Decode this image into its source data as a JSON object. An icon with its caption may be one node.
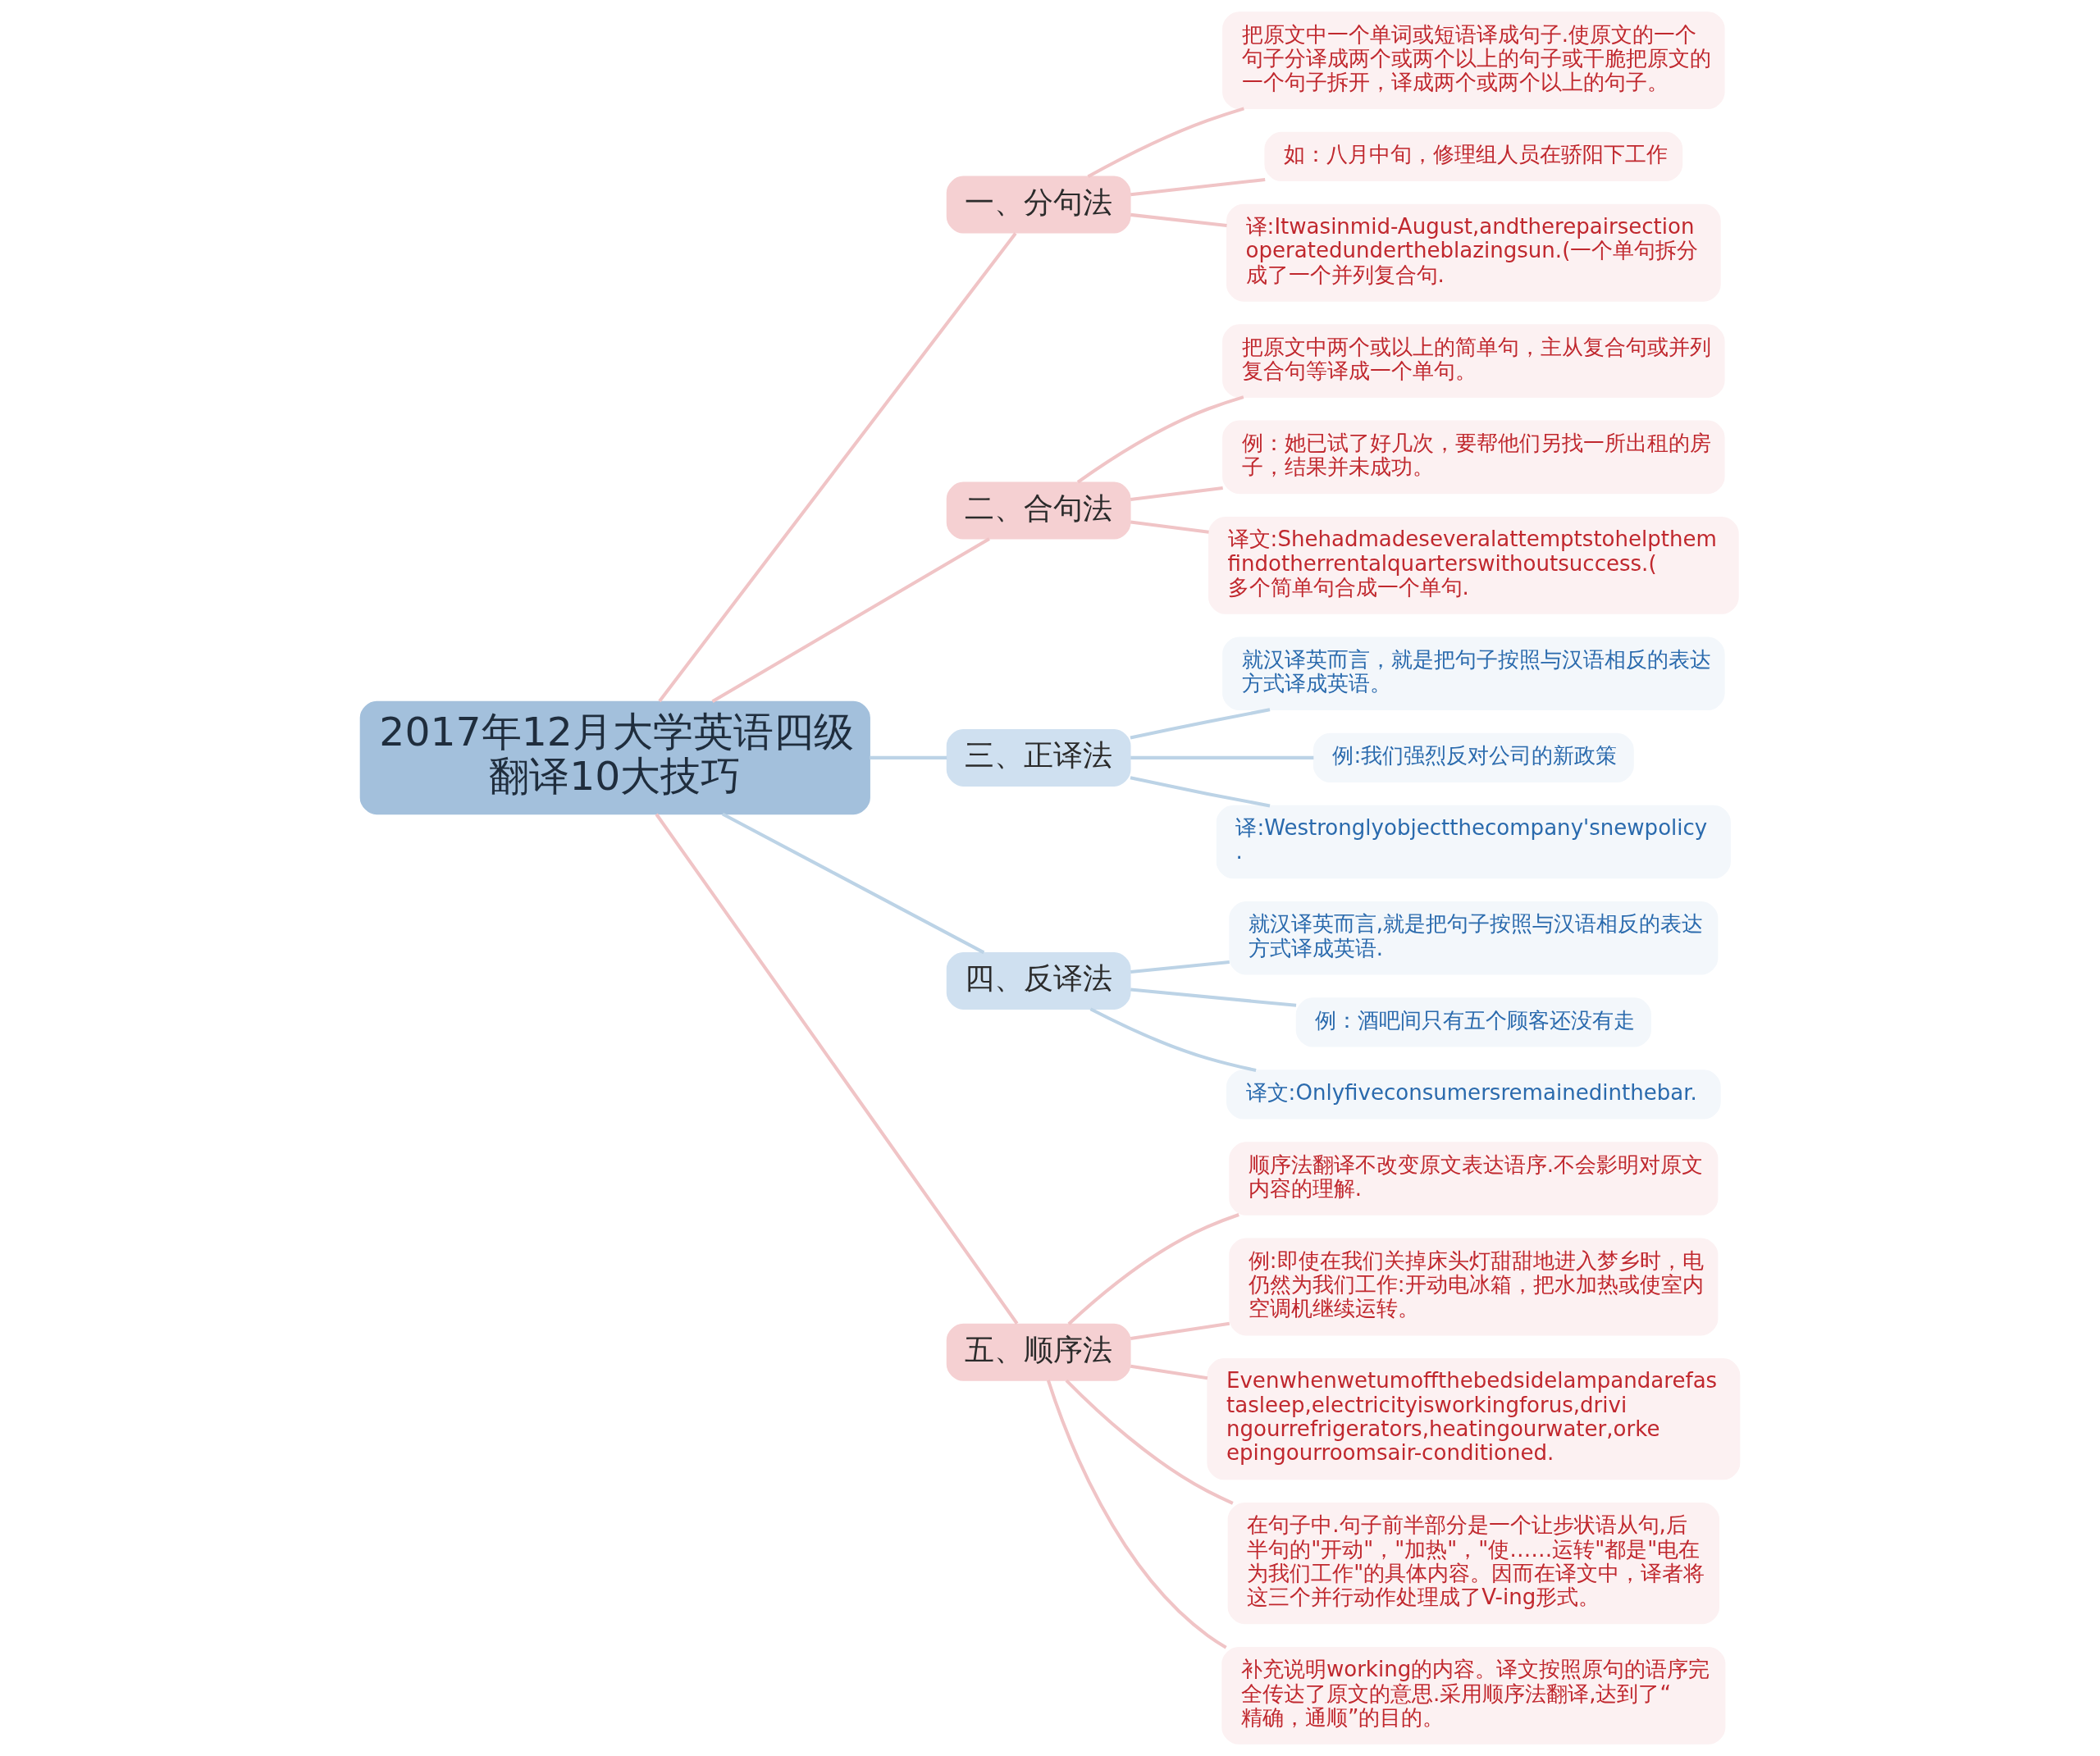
{
  "diagram": {
    "nodes": [
      {
        "text": [
          "2017年12月大学英语四级翻译10大技巧"
        ]
      },
      {
        "text": [
          "一、分句法"
        ]
      },
      {
        "text": [
          "把原文中一个单词或短语译成句子.使原文的一个句子分译成两个或两个以上的句子或干脆把原文的一个句子拆开，译成两个或两个以上的句子。"
        ]
      },
      {
        "text": [
          "如：八月中旬，修理组人员在骄阳下工作"
        ]
      },
      {
        "text": [
          "译:Itwasinmid-August,andtherepairsectionoperatedundertheblazingsun.(一个单句拆分成了一个并列复合句."
        ]
      },
      {
        "text": [
          "二、合句法"
        ]
      },
      {
        "text": [
          "把原文中两个或以上的简单句，主从复合句或并列复合句等译成一个单句。"
        ]
      },
      {
        "text": [
          "例：她已试了好几次，要帮他们另找一所出租的房子，结果并未成功。"
        ]
      },
      {
        "text": [
          "译文:Shehadmadeseveralattemptstohelpthemfindotherrentalquarterswithoutsuccess.(多个简单句合成一个单句."
        ]
      },
      {
        "text": [
          "三、正译法"
        ]
      },
      {
        "text": [
          "就汉译英而言，就是把句子按照与汉语相反的表达方式译成英语。"
        ]
      },
      {
        "text": [
          "例:我们强烈反对公司的新政策"
        ]
      },
      {
        "text": [
          "译:Westronglyobjectthecompany'snewpolicy."
        ]
      },
      {
        "text": [
          "四、反译法"
        ]
      },
      {
        "text": [
          "就汉译英而言,就是把句子按照与汉语相反的表达方式译成英语."
        ]
      },
      {
        "text": [
          "例：酒吧间只有五个顾客还没有走"
        ]
      },
      {
        "text": [
          "译文:Onlyfiveconsumersremainedinthebar."
        ]
      },
      {
        "text": [
          "五、顺序法"
        ]
      },
      {
        "text": [
          "顺序法翻译不改变原文表达语序.不会影明对原文内容的理解."
        ]
      },
      {
        "text": [
          "例:即使在我们关掉床头灯甜甜地进入梦乡时，电仍然为我们工作:开动电冰箱，把水加热或使室内空调机继续运转。"
        ]
      },
      {
        "text": [
          "Evenwhenwetumoffthebedsidelampandarefastasleep,electricityisworkingforus,drivingourrefrigerators,heatingourwater,orkeepingourroomsair-conditioned."
        ]
      },
      {
        "text": [
          "在句子中.句子前半部分是一个让步状语从句,后半句的\"开动\"，\"加热\"，\"使……运转\"都是\"电在为我们工作\"的具体内容。因而在译文中，译者将这三个并行动作处理成了V-ing形式。"
        ]
      },
      {
        "text": [
          "补充说明working的内容。译文按照原句的语序完全传达了原文的意思.采用顺序法翻译,达到了“精确，通顺”的目的。"
        ]
      }
    ],
    "edges": [
      {
        "from": 0,
        "to": 1,
        "arrow": "none"
      },
      {
        "from": 1,
        "to": 2,
        "arrow": "none"
      },
      {
        "from": 1,
        "to": 3,
        "arrow": "none"
      },
      {
        "from": 1,
        "to": 4,
        "arrow": "none"
      },
      {
        "from": 0,
        "to": 5,
        "arrow": "none"
      },
      {
        "from": 5,
        "to": 6,
        "arrow": "none"
      },
      {
        "from": 5,
        "to": 7,
        "arrow": "none"
      },
      {
        "from": 5,
        "to": 8,
        "arrow": "none"
      },
      {
        "from": 0,
        "to": 9,
        "arrow": "none",
        "color": "#bcd3e6"
      },
      {
        "from": 9,
        "to": 10,
        "arrow": "none",
        "color": "#bcd3e6"
      },
      {
        "from": 9,
        "to": 11,
        "arrow": "none",
        "color": "#bcd3e6"
      },
      {
        "from": 9,
        "to": 12,
        "arrow": "none",
        "color": "#bcd3e6"
      },
      {
        "from": 0,
        "to": 13,
        "arrow": "none",
        "color": "#bcd3e6"
      },
      {
        "from": 13,
        "to": 14,
        "arrow": "none",
        "color": "#bcd3e6"
      },
      {
        "from": 13,
        "to": 15,
        "arrow": "none",
        "color": "#bcd3e6"
      },
      {
        "from": 13,
        "to": 16,
        "arrow": "none",
        "color": "#bcd3e6"
      },
      {
        "from": 0,
        "to": 17,
        "arrow": "none"
      },
      {
        "from": 17,
        "to": 18,
        "arrow": "none"
      },
      {
        "from": 17,
        "to": 19,
        "arrow": "none"
      },
      {
        "from": 17,
        "to": 20,
        "arrow": "none"
      },
      {
        "from": 17,
        "to": 21,
        "arrow": "none"
      },
      {
        "from": 17,
        "to": 22,
        "arrow": "none"
      }
    ]
  }
}
